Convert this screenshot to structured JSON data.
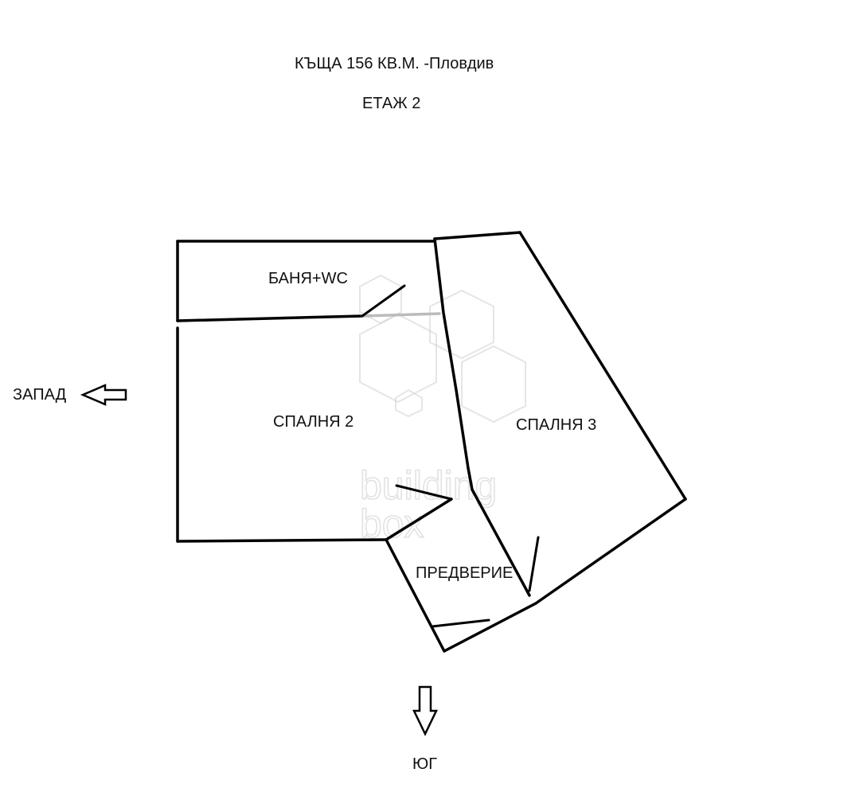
{
  "title": "КЪЩА 156 КВ.М. -Пловдив",
  "floor": "ЕТАЖ  2",
  "compass": {
    "west": "ЗАПАД",
    "south": "ЮГ"
  },
  "rooms": {
    "bath": "БАНЯ+WC",
    "bedroom2": "СПАЛНЯ 2",
    "bedroom3": "СПАЛНЯ 3",
    "hall": "ПРЕДВЕРИЕ"
  },
  "watermark": {
    "line1": "building",
    "line2": "box"
  },
  "colors": {
    "ink": "#000000",
    "watermark": "#cfcfcf",
    "background": "#ffffff"
  }
}
